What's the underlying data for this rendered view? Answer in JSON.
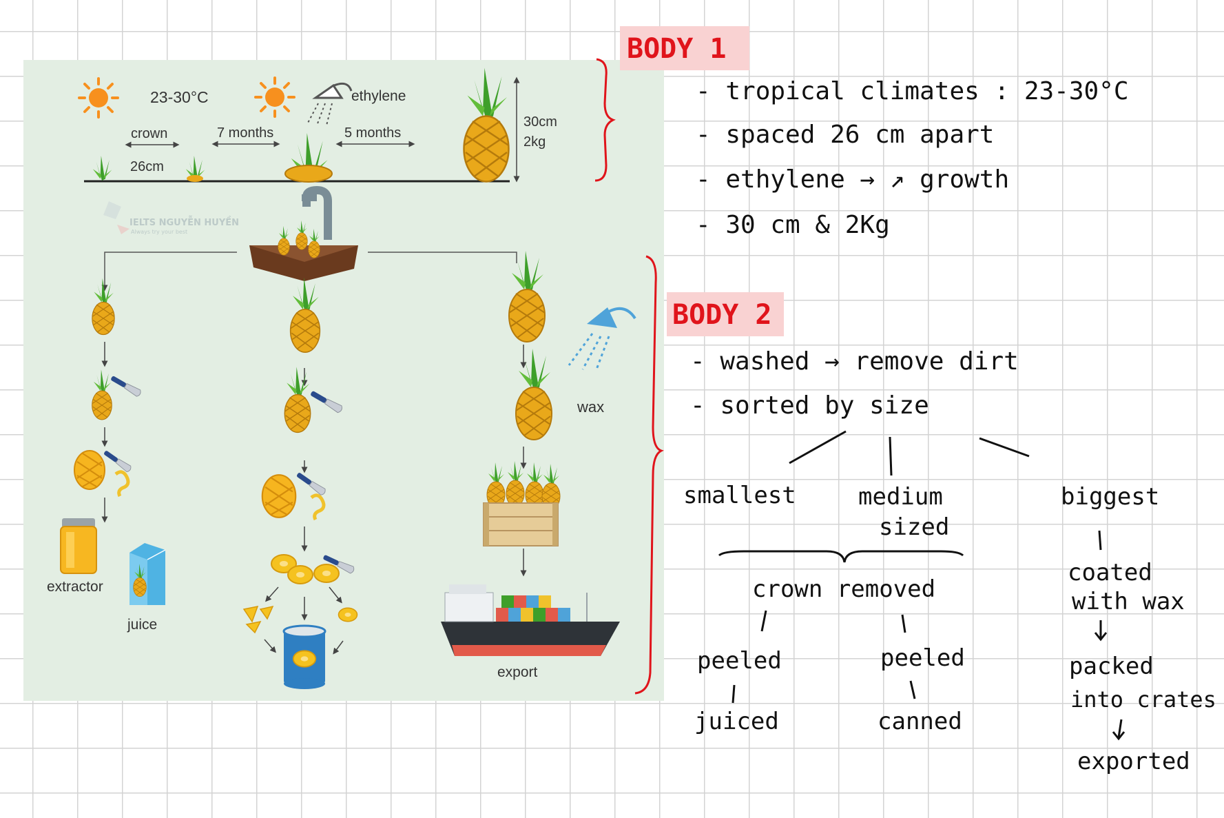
{
  "diagram": {
    "labels": {
      "temp": "23-30°C",
      "ethylene": "ethylene",
      "crown": "crown",
      "seven_months": "7 months",
      "five_months": "5 months",
      "spacing": "26cm",
      "height": "30cm",
      "weight": "2kg",
      "wax": "wax",
      "extractor": "extractor",
      "juice": "juice",
      "export": "export"
    },
    "watermark": {
      "name": "IELTS NGUYỄN HUYỀN",
      "tagline": "Always try your best"
    }
  },
  "notes": {
    "body1": {
      "heading": "BODY 1",
      "items": [
        "- tropical climates : 23-30°C",
        "- spaced 26 cm apart",
        "- ethylene → ↗ growth",
        "- 30 cm & 2Kg"
      ]
    },
    "body2": {
      "heading": "BODY 2",
      "items": [
        "- washed → remove dirt",
        "- sorted by size"
      ],
      "smallest": "smallest",
      "medium_1": "medium",
      "medium_2": "sized",
      "biggest": "biggest",
      "crown_removed": "crown removed",
      "peeled_left": "peeled",
      "peeled_right": "peeled",
      "juiced": "juiced",
      "canned": "canned",
      "coated_1": "coated",
      "coated_2": "with wax",
      "packed_1": "packed",
      "packed_2": "into crates",
      "exported": "exported"
    }
  },
  "colors": {
    "panel_bg": "#e3eee3",
    "annotation_red": "#e0141b",
    "heading_highlight": "#f9d2d2",
    "pineapple_body": "#e9a81a",
    "pineapple_leaf": "#3e9f2a"
  }
}
